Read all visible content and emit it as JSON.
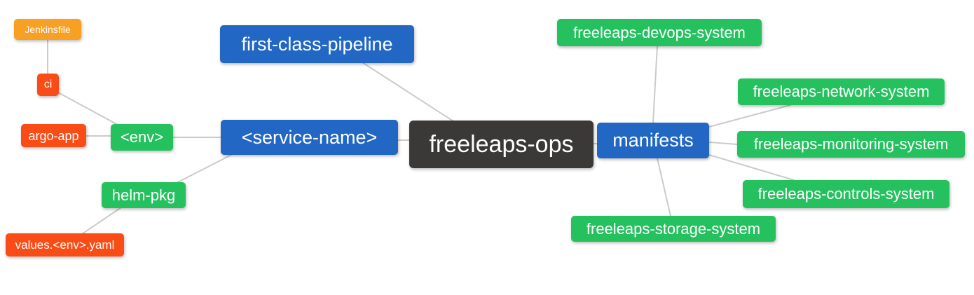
{
  "diagram": {
    "type": "mindmap",
    "palette": {
      "root_dark": "#3b3838",
      "branch_blue": "#2267c3",
      "leaf_green": "#25c15f",
      "leaf_red": "#fa4c17",
      "leaf_orange": "#f7a023",
      "edge_gray": "#cbcbcb",
      "text": "#ffffff",
      "background": "#ffffff"
    },
    "nodes": {
      "ops": {
        "label": "freeleaps-ops",
        "color": "#3b3838"
      },
      "fcp": {
        "label": "first-class-pipeline",
        "color": "#2267c3"
      },
      "service": {
        "label": "<service-name>",
        "color": "#2267c3"
      },
      "manifests": {
        "label": "manifests",
        "color": "#2267c3"
      },
      "env": {
        "label": "<env>",
        "color": "#25c15f"
      },
      "helm": {
        "label": "helm-pkg",
        "color": "#25c15f"
      },
      "argo": {
        "label": "argo-app",
        "color": "#fa4c17"
      },
      "ci": {
        "label": "ci",
        "color": "#fa4c17"
      },
      "jenkinsfile": {
        "label": "Jenkinsfile",
        "color": "#f7a023"
      },
      "values": {
        "label": "values.<env>.yaml",
        "color": "#fa4c17"
      },
      "devops": {
        "label": "freeleaps-devops-system",
        "color": "#25c15f"
      },
      "network": {
        "label": "freeleaps-network-system",
        "color": "#25c15f"
      },
      "monitoring": {
        "label": "freeleaps-monitoring-system",
        "color": "#25c15f"
      },
      "controls": {
        "label": "freeleaps-controls-system",
        "color": "#25c15f"
      },
      "storage": {
        "label": "freeleaps-storage-system",
        "color": "#25c15f"
      }
    },
    "edges": [
      {
        "from": "jenkinsfile",
        "to": "ci"
      },
      {
        "from": "ci",
        "to": "env"
      },
      {
        "from": "argo",
        "to": "env"
      },
      {
        "from": "env",
        "to": "service"
      },
      {
        "from": "service",
        "to": "helm"
      },
      {
        "from": "helm",
        "to": "values"
      },
      {
        "from": "service",
        "to": "ops"
      },
      {
        "from": "fcp",
        "to": "ops"
      },
      {
        "from": "ops",
        "to": "manifests"
      },
      {
        "from": "manifests",
        "to": "devops"
      },
      {
        "from": "manifests",
        "to": "network"
      },
      {
        "from": "manifests",
        "to": "monitoring"
      },
      {
        "from": "manifests",
        "to": "controls"
      },
      {
        "from": "manifests",
        "to": "storage"
      }
    ]
  }
}
